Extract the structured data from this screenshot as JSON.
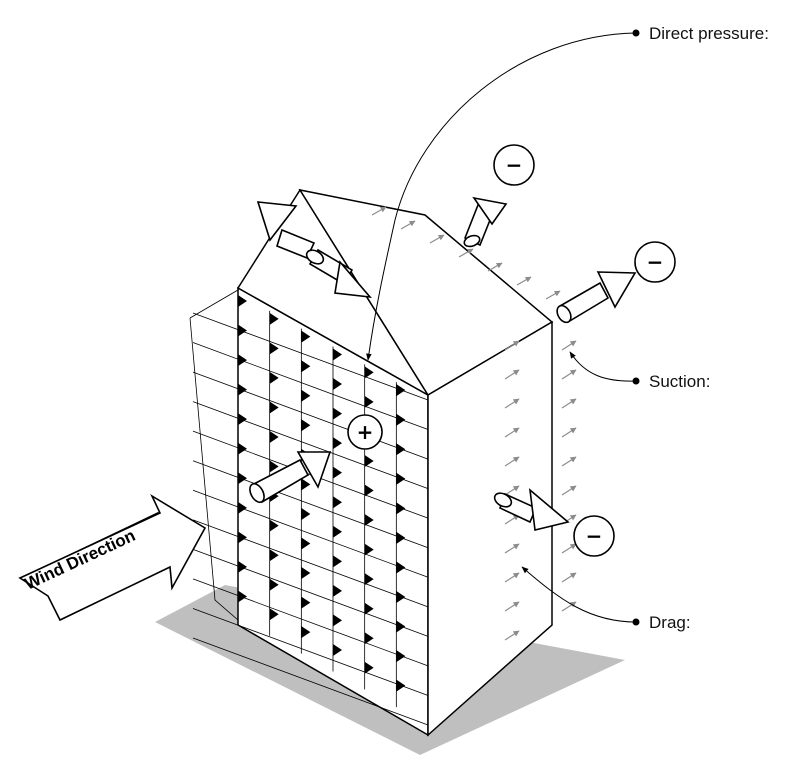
{
  "labels": {
    "direct_pressure": "Direct pressure:",
    "suction": "Suction:",
    "drag": "Drag:"
  },
  "wind": {
    "label": "Wind Direction"
  },
  "signs": {
    "positive": "+",
    "negative": "−"
  },
  "colors": {
    "ink": "#000000",
    "shadow": "#bfbfbf",
    "grey_arrow": "#8c8c8c",
    "background": "#ffffff"
  }
}
